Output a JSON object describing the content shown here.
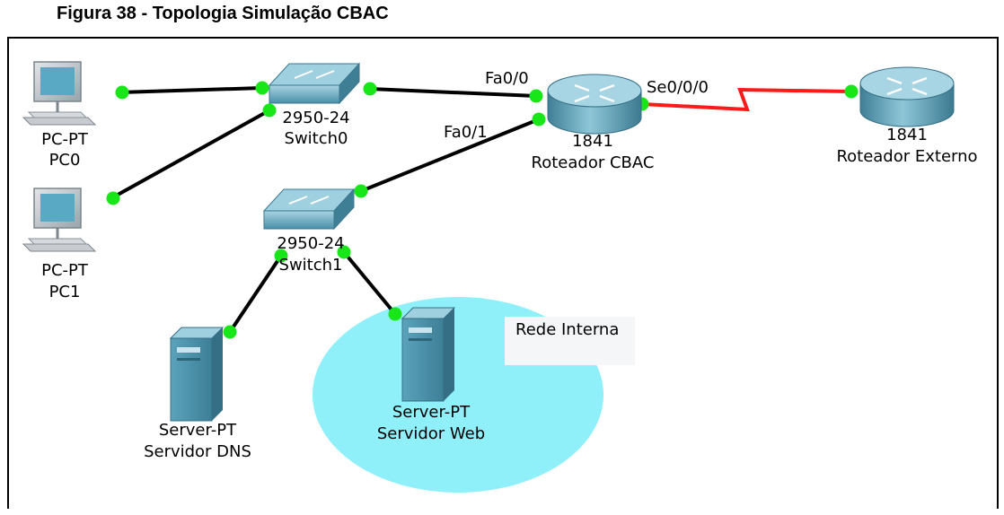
{
  "figure": {
    "caption": "Figura 38 - Topologia Simulação CBAC"
  },
  "devices": {
    "pc0": {
      "type_label": "PC-PT",
      "name": "PC0"
    },
    "pc1": {
      "type_label": "PC-PT",
      "name": "PC1"
    },
    "switch0": {
      "type_label": "2950-24",
      "name": "Switch0"
    },
    "switch1": {
      "type_label": "2950-24",
      "name": "Switch1"
    },
    "router_cbac": {
      "type_label": "1841",
      "name": "Roteador CBAC"
    },
    "router_ext": {
      "type_label": "1841",
      "name": "Roteador Externo"
    },
    "server_dns": {
      "type_label": "Server-PT",
      "name": "Servidor DNS"
    },
    "server_web": {
      "type_label": "Server-PT",
      "name": "Servidor Web"
    }
  },
  "ports": {
    "fa00": "Fa0/0",
    "fa01": "Fa0/1",
    "se000": "Se0/0/0"
  },
  "note": {
    "text": "Rede Interna"
  },
  "colors": {
    "link": "#000000",
    "serial_link": "#ff1a1a",
    "port_dot": "#19e619",
    "zone_fill": "#8ff0fa",
    "device_blue": "#4d97b0",
    "monitor_gray": "#c8ccd0"
  },
  "icons": {
    "pc": "desktop-pc-icon",
    "switch": "switch-icon",
    "router": "router-icon",
    "server": "server-tower-icon"
  }
}
